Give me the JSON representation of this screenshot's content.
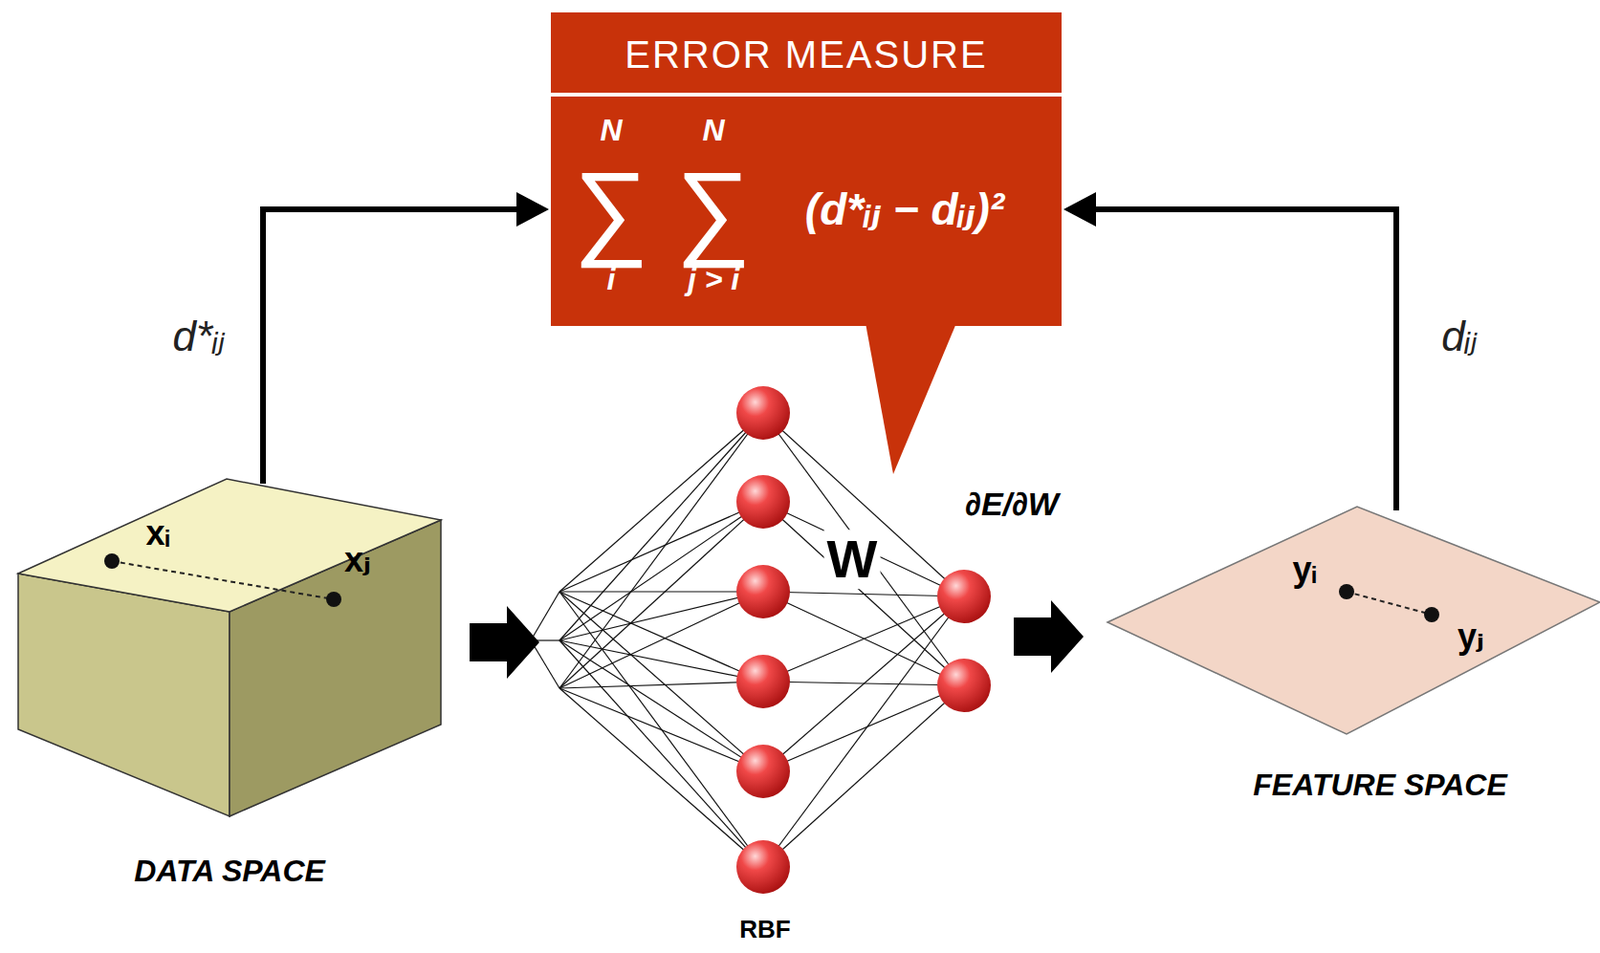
{
  "diagram": {
    "nodes": [
      {
        "text": [
          "ERROR MEASURE",
          "∑",
          "∑",
          "N",
          "N",
          "i",
          "j > i",
          "(d*ᵢⱼ − dᵢⱼ)²"
        ]
      },
      {
        "text": [
          "DATA SPACE"
        ]
      },
      {
        "text": [
          "RBF"
        ]
      },
      {
        "text": [
          "FEATURE SPACE"
        ]
      }
    ],
    "edges": [
      {
        "from": 1,
        "to": 0,
        "arrow": "to",
        "label": "d*ᵢⱼ"
      },
      {
        "from": 3,
        "to": 0,
        "arrow": "to",
        "label": "dᵢⱼ"
      },
      {
        "from": 1,
        "to": 2,
        "arrow": "to"
      },
      {
        "from": 2,
        "to": 3,
        "arrow": "to"
      }
    ],
    "labels": [
      "xᵢ",
      "xⱼ",
      "W",
      "∂E/∂W",
      "yᵢ",
      "yⱼ"
    ]
  }
}
